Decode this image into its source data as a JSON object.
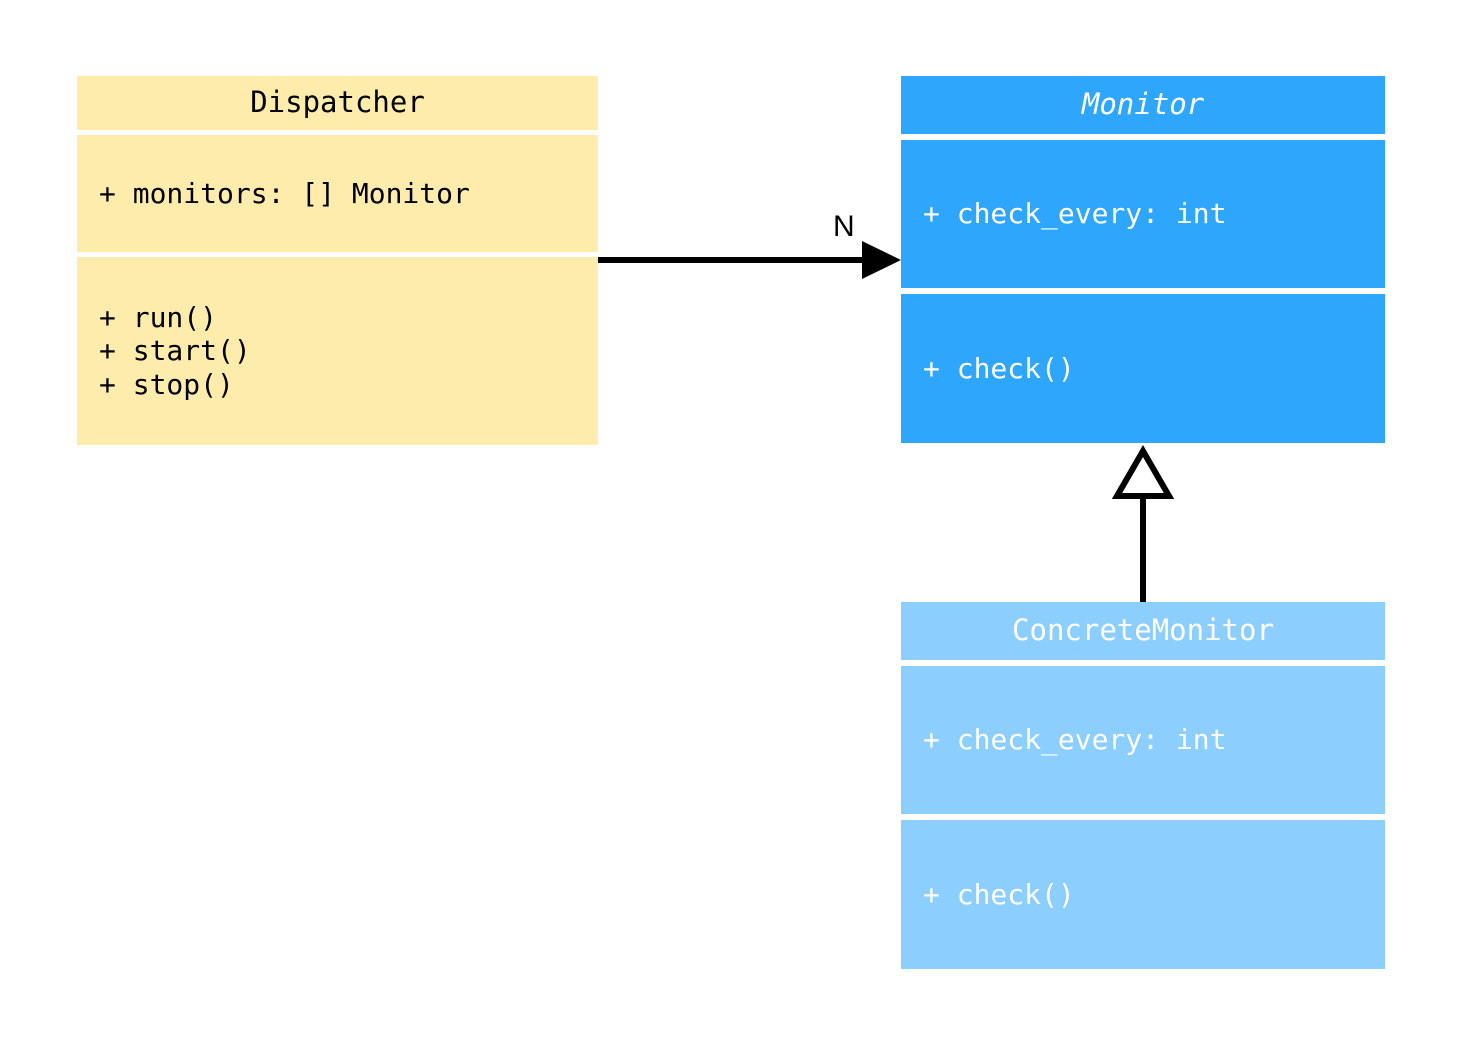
{
  "diagram": {
    "type": "uml-class-diagram",
    "background_color": "#ffffff"
  },
  "classes": [
    {
      "id": "dispatcher",
      "name": "Dispatcher",
      "abstract": false,
      "fill_color": "#fdecab",
      "text_color": "#000000",
      "attributes": [
        "+ monitors: [] Monitor"
      ],
      "operations": [
        "+ run()",
        "+ start()",
        "+ stop()"
      ]
    },
    {
      "id": "monitor",
      "name": "Monitor",
      "abstract": true,
      "fill_color": "#2ea6fc",
      "text_color": "#ffffff",
      "attributes": [
        "+ check_every: int"
      ],
      "operations": [
        "+ check()"
      ]
    },
    {
      "id": "concrete_monitor",
      "name": "ConcreteMonitor",
      "abstract": false,
      "fill_color": "#8ccefd",
      "text_color": "#ffffff",
      "attributes": [
        "+ check_every: int"
      ],
      "operations": [
        "+ check()"
      ]
    }
  ],
  "relationships": [
    {
      "id": "dispatcher-to-monitor",
      "kind": "association",
      "source": "Dispatcher",
      "target": "Monitor",
      "multiplicity_label": "N",
      "arrow": "filled-arrowhead",
      "line_color": "#000000"
    },
    {
      "id": "concrete-monitor-to-monitor",
      "kind": "generalization",
      "source": "ConcreteMonitor",
      "target": "Monitor",
      "arrow": "hollow-triangle",
      "line_color": "#000000"
    }
  ]
}
